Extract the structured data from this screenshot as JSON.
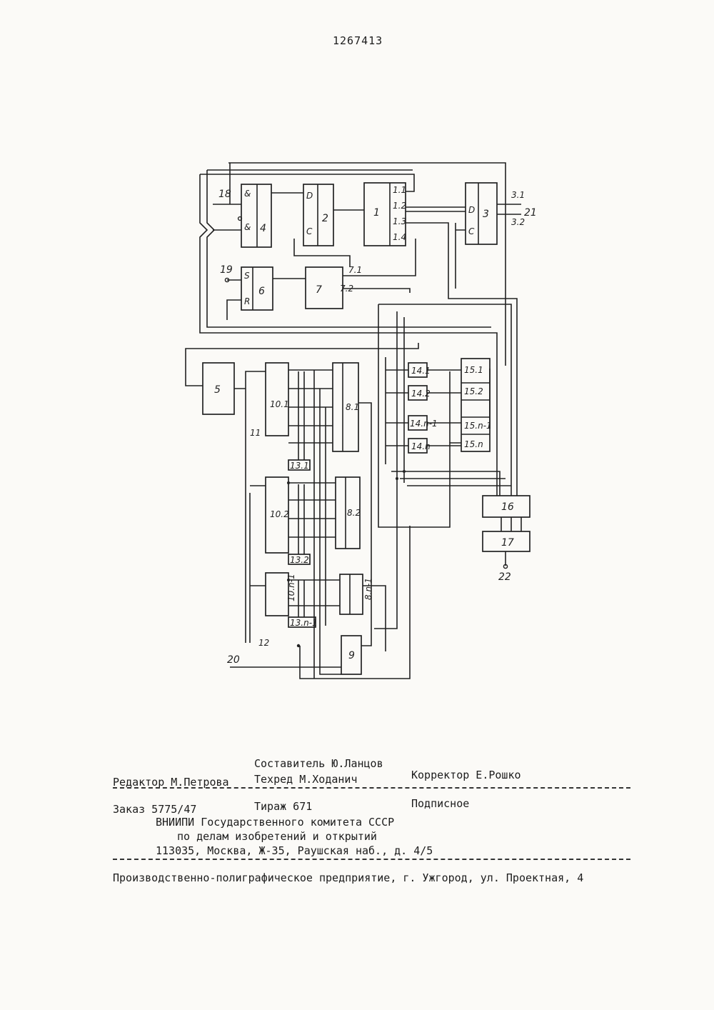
{
  "patent_number": "1267413",
  "diagram": {
    "blocks": [
      "1",
      "2",
      "3",
      "4",
      "5",
      "6",
      "7",
      "8.1",
      "8.2",
      "8.n-1",
      "9",
      "10.1",
      "10.2",
      "10.n-1",
      "11",
      "12",
      "13.1",
      "13.2",
      "13.n-1",
      "14.1",
      "14.2",
      "14.n-1",
      "14.n",
      "15.1",
      "15.2",
      "15.n-1",
      "15.n",
      "16",
      "17"
    ],
    "pins": [
      "1.1",
      "1.2",
      "1.3",
      "1.4",
      "3.1",
      "3.2",
      "7.1",
      "7.2",
      "D",
      "C",
      "S",
      "R",
      "&"
    ],
    "terminals": [
      "18",
      "19",
      "20",
      "21",
      "22"
    ]
  },
  "imprint": {
    "compiler": "Составитель Ю.Ланцов",
    "editor": "Редактор М.Петрова",
    "techred": "Техред М.Ходанич",
    "corrector": "Корректор Е.Рошко",
    "order": "Заказ 5775/47",
    "circulation": "Тираж 671",
    "subscription": "Подписное",
    "org_line1": "ВНИИПИ Государственного комитета СССР",
    "org_line2": "по делам изобретений и открытий",
    "address": "113035, Москва, Ж-35, Раушская наб., д. 4/5",
    "printer": "Производственно-полиграфическое предприятие, г. Ужгород, ул. Проектная, 4"
  }
}
